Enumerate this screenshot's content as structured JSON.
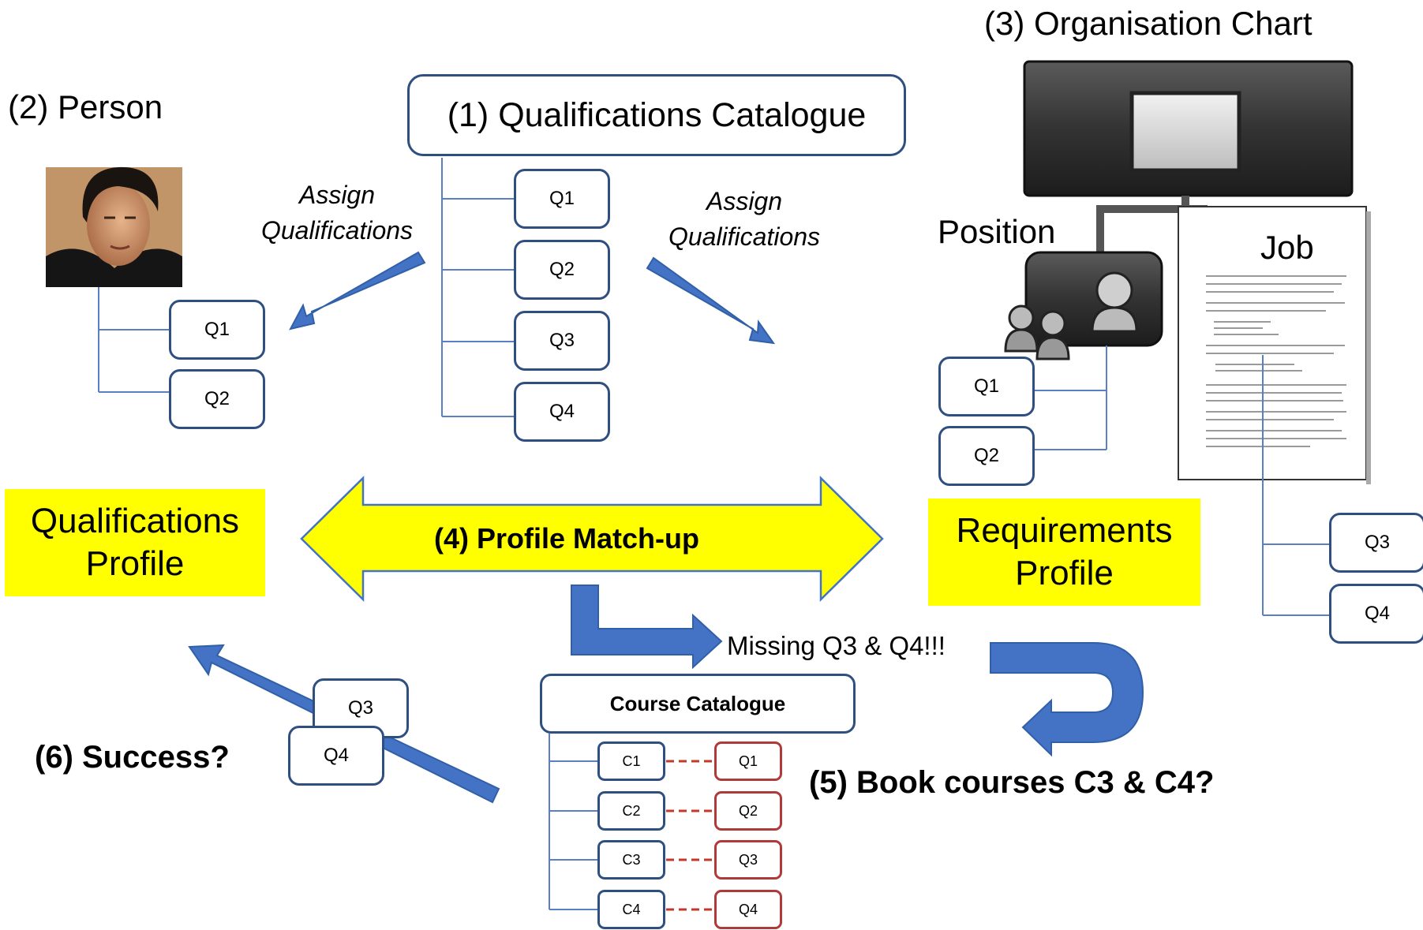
{
  "catalogue": {
    "title": "(1) Qualifications Catalogue",
    "items": [
      "Q1",
      "Q2",
      "Q3",
      "Q4"
    ]
  },
  "person": {
    "title": "(2) Person",
    "items": [
      "Q1",
      "Q2"
    ]
  },
  "org": {
    "title": "(3) Organisation Chart",
    "position_label": "Position",
    "job_label": "Job",
    "position_items": [
      "Q1",
      "Q2"
    ],
    "job_items": [
      "Q3",
      "Q4"
    ]
  },
  "assign_left": {
    "line1": "Assign",
    "line2": "Qualifications"
  },
  "assign_right": {
    "line1": "Assign",
    "line2": "Qualifications"
  },
  "qualifications_profile": {
    "line1": "Qualifications",
    "line2": "Profile"
  },
  "requirements_profile": {
    "line1": "Requirements",
    "line2": "Profile"
  },
  "match": {
    "label": "(4) Profile Match-up"
  },
  "missing": {
    "label": "Missing Q3 & Q4!!!"
  },
  "course_catalogue": {
    "title": "Course Catalogue",
    "courses": [
      "C1",
      "C2",
      "C3",
      "C4"
    ],
    "qualifications": [
      "Q1",
      "Q2",
      "Q3",
      "Q4"
    ]
  },
  "book": {
    "label": "(5) Book courses C3 & C4?"
  },
  "success": {
    "label": "(6) Success?",
    "items": [
      "Q3",
      "Q4"
    ]
  },
  "colors": {
    "box_border": "#2f4f80",
    "arrow": "#4472c4",
    "highlight": "#ffff00",
    "course_link": "#c0392b",
    "line": "#5b7fc4"
  }
}
